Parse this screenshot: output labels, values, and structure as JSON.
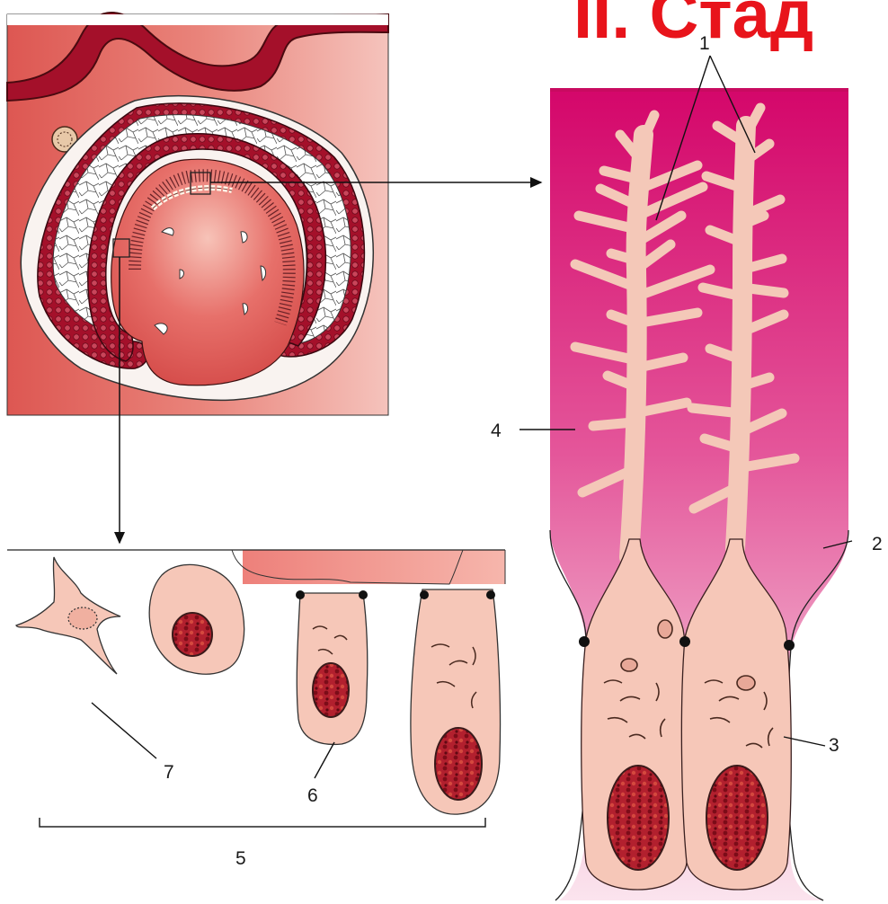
{
  "title": "II. Стад",
  "labels": {
    "l1": "1",
    "l2": "2",
    "l3": "3",
    "l4": "4",
    "l5": "5",
    "l6": "6",
    "l7": "7"
  },
  "colors": {
    "title": "#e8141b",
    "tissue_dark": "#a4102a",
    "tissue_mid": "#e0605a",
    "tissue_light": "#f4b8ac",
    "matrix_top": "#d4066a",
    "matrix_bottom": "#f7cbe0",
    "cell_fill": "#f6c7b8",
    "nucleus": "#b2202e"
  }
}
